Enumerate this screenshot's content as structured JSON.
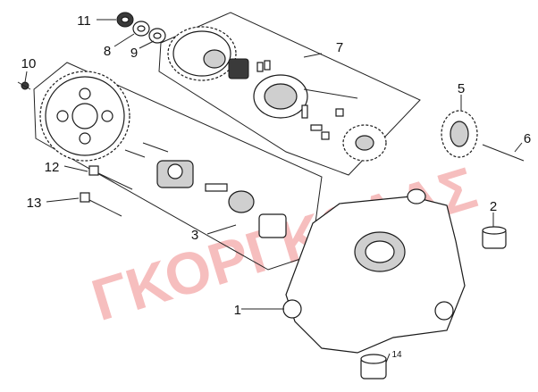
{
  "watermark": "ΓΚΟΡΓΚΟΛΑΣ",
  "callouts": {
    "c1": "1",
    "c2": "2",
    "c3": "3",
    "c5": "5",
    "c6": "6",
    "c7": "7",
    "c8": "8",
    "c9": "9",
    "c10": "10",
    "c11": "11",
    "c12": "12",
    "c13": "13",
    "c14": "14"
  }
}
